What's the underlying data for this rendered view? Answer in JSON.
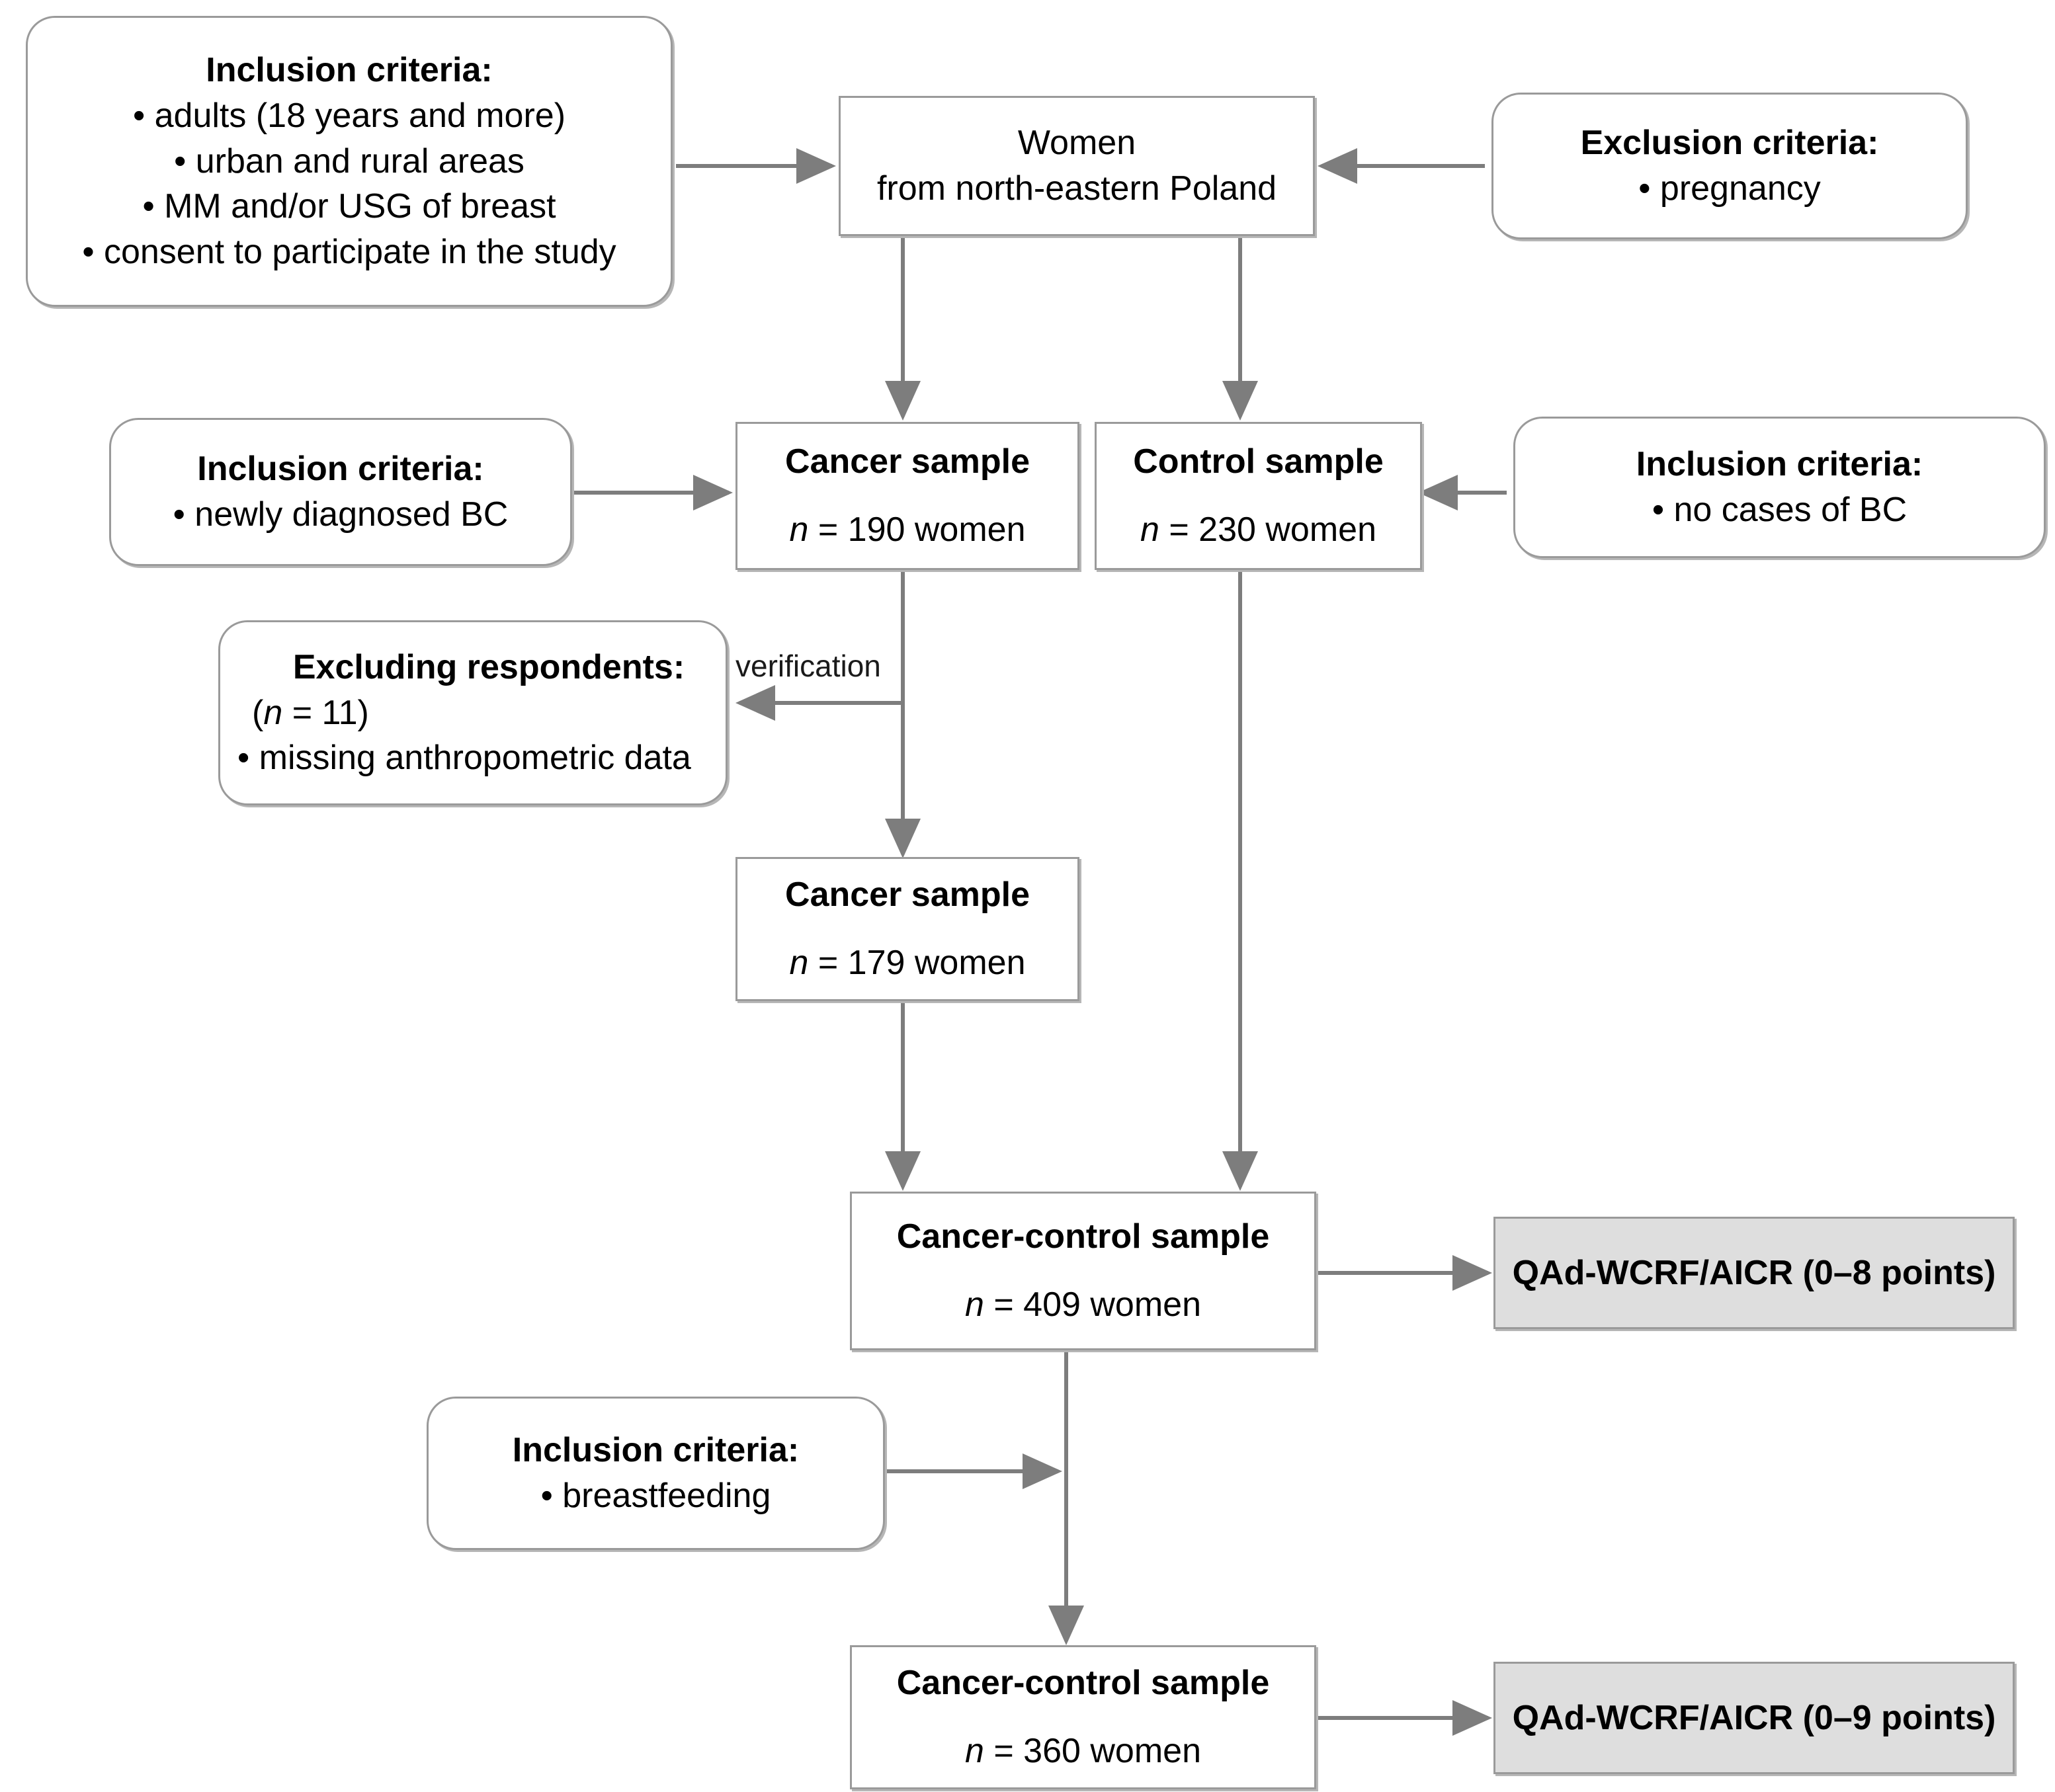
{
  "diagram": {
    "title": "Study flow diagram of breast cancer case-control sample selection",
    "line_color": "#9a9a9a",
    "shaded_fill": "#dedede",
    "nodes": {
      "inclusion_main": {
        "heading": "Inclusion criteria:",
        "items": [
          "• adults (18 years and more)",
          "• urban and rural areas",
          "• MM and/or USG of breast",
          "• consent to participate in the study"
        ]
      },
      "women": {
        "line1": "Women",
        "line2": "from north-eastern Poland"
      },
      "exclusion_main": {
        "heading": "Exclusion criteria:",
        "items": [
          "• pregnancy"
        ]
      },
      "inclusion_cancer": {
        "heading": "Inclusion criteria:",
        "items": [
          "• newly diagnosed BC"
        ]
      },
      "cancer_sample_190": {
        "title": "Cancer sample",
        "count": "n = 190 women",
        "count_n": "n",
        "count_rest": " = 190 women"
      },
      "control_sample_230": {
        "title": "Control sample",
        "count_n": "n",
        "count_rest": " = 230 women"
      },
      "inclusion_control": {
        "heading": "Inclusion criteria:",
        "items": [
          "• no cases of BC"
        ]
      },
      "excluding_respondents": {
        "heading": "Excluding respondents:",
        "count_prefix": "(",
        "count_n": "n",
        "count_rest": " = 11)",
        "items": [
          "• missing anthropometric data"
        ]
      },
      "cancer_sample_179": {
        "title": "Cancer sample",
        "count_n": "n",
        "count_rest": " = 179 women"
      },
      "cancer_control_409": {
        "title": "Cancer-control sample",
        "count_n": "n",
        "count_rest": " = 409 women"
      },
      "qad_0_8": {
        "label": "QAd-WCRF/AICR (0–8 points)"
      },
      "inclusion_breastfeeding": {
        "heading": "Inclusion criteria:",
        "items": [
          "• breastfeeding"
        ]
      },
      "cancer_control_360": {
        "title": "Cancer-control sample",
        "count_n": "n",
        "count_rest": " = 360 women"
      },
      "qad_0_9": {
        "label": "QAd-WCRF/AICR (0–9 points)"
      }
    },
    "edge_labels": {
      "verification": "verification"
    }
  }
}
